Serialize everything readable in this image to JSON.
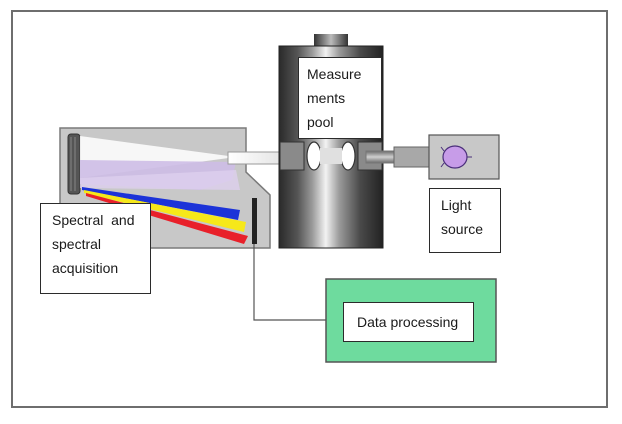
{
  "labels": {
    "measurement_pool": [
      "Measure",
      "ments",
      "pool"
    ],
    "spectral_acquisition": [
      "Spectral  and",
      "spectral",
      "acquisition"
    ],
    "light_source": [
      "Light",
      "source"
    ],
    "data_processing": "Data processing"
  },
  "colors": {
    "frame_border": "#6e6e6e",
    "spectrometer_body": "#c8c8c8",
    "data_box_fill": "#6edb9e",
    "light_bulb": "#c79ce8",
    "spectrum_blue": "#1c33d8",
    "spectrum_yellow": "#f6e81a",
    "spectrum_red": "#e8202a"
  },
  "icons": {
    "spectrometer": "spectrometer-housing-icon",
    "cuvette_holder": "measurement-cell-icon",
    "lamp": "light-bulb-icon"
  }
}
